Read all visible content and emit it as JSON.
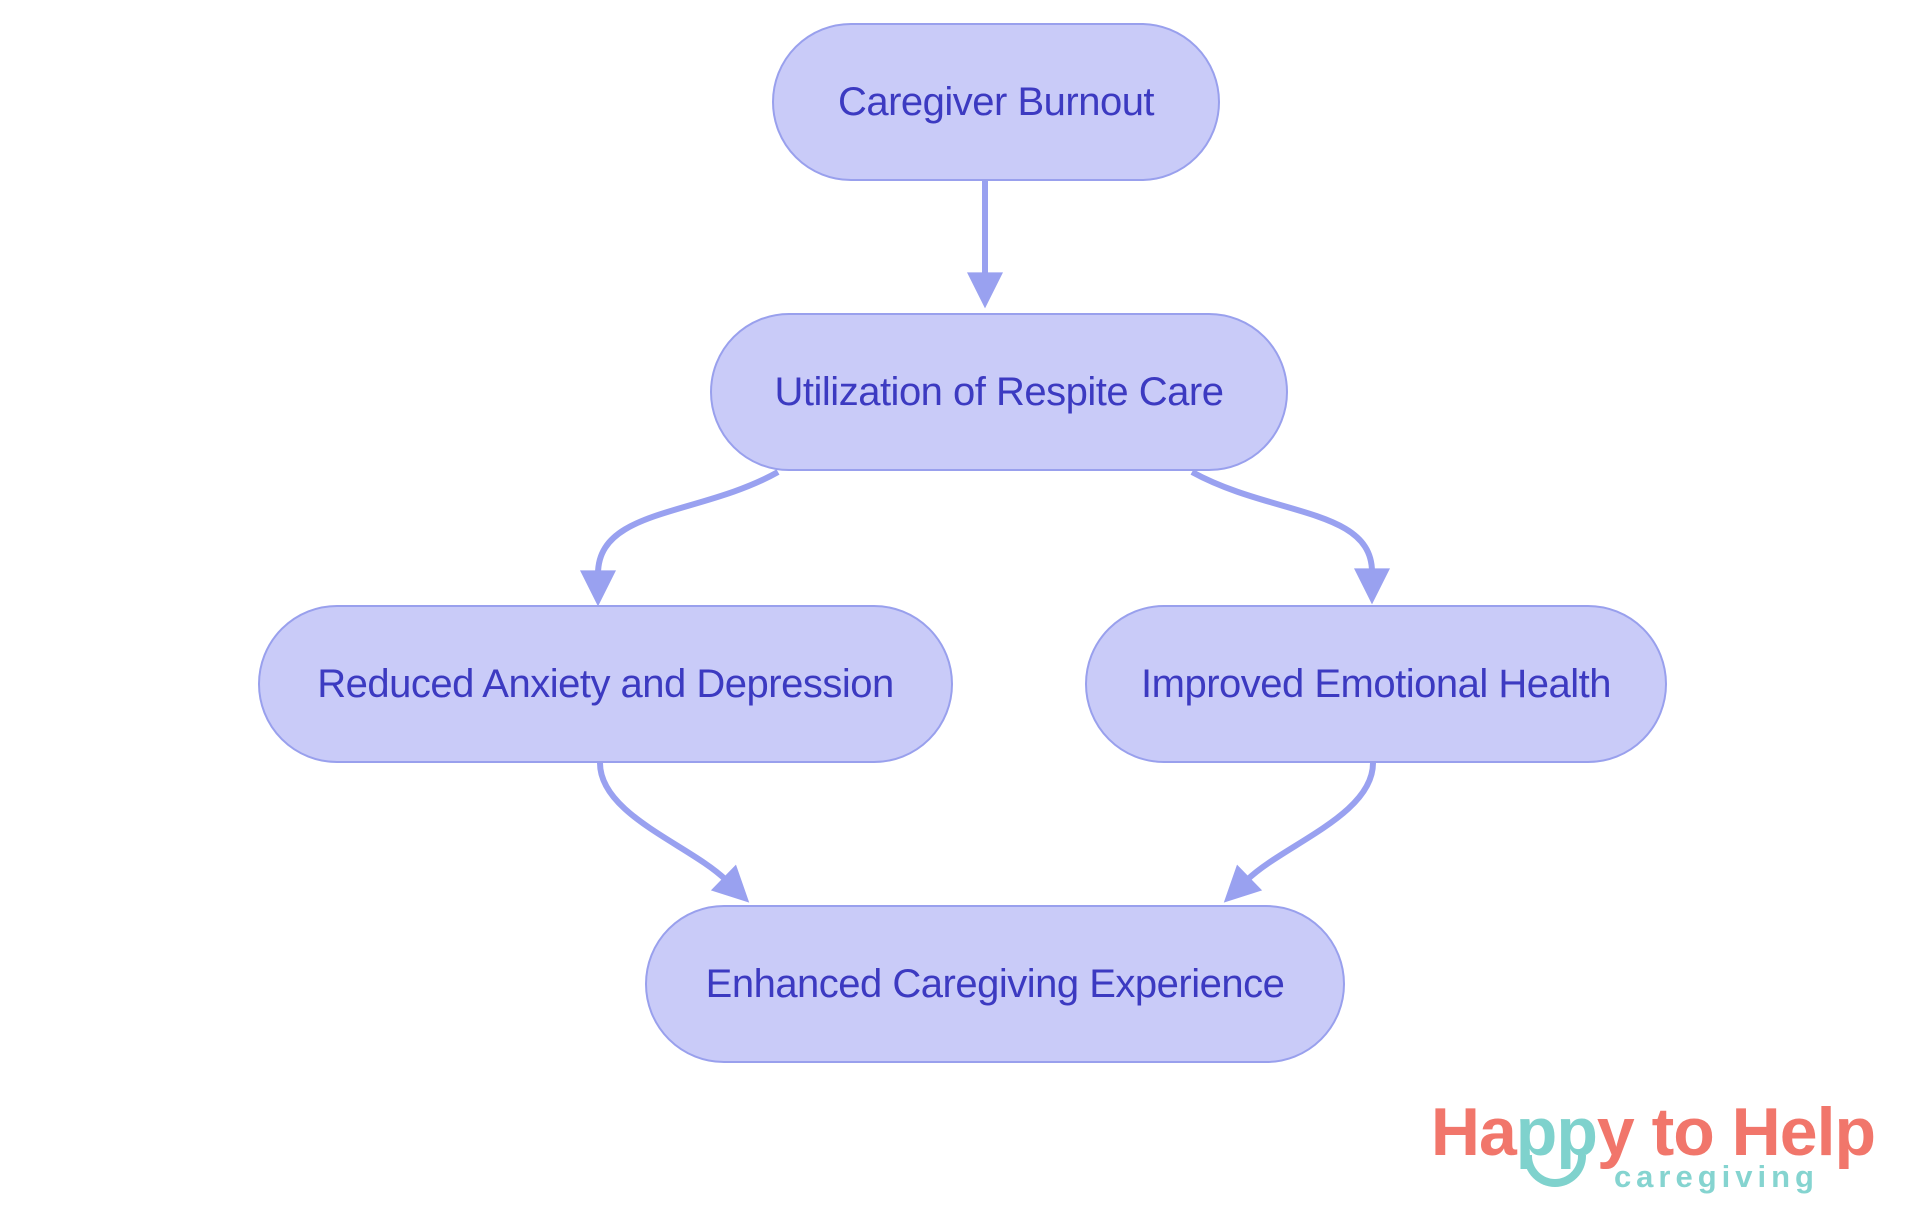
{
  "diagram": {
    "type": "flowchart",
    "background_color": "#ffffff",
    "node_fill_color": "#c9cbf8",
    "node_border_color": "#99a0ed",
    "node_text_color": "#3c3ac1",
    "edge_color": "#99a1f0",
    "nodes": [
      {
        "id": "caregiver-burnout",
        "label": "Caregiver Burnout"
      },
      {
        "id": "utilization-of-respite-care",
        "label": "Utilization of Respite Care"
      },
      {
        "id": "reduced-anxiety-and-depression",
        "label": "Reduced Anxiety and Depression"
      },
      {
        "id": "improved-emotional-health",
        "label": "Improved Emotional Health"
      },
      {
        "id": "enhanced-caregiving-experience",
        "label": "Enhanced Caregiving Experience"
      }
    ],
    "edges": [
      {
        "from": "Caregiver Burnout",
        "to": "Utilization of Respite Care"
      },
      {
        "from": "Utilization of Respite Care",
        "to": "Reduced Anxiety and Depression"
      },
      {
        "from": "Utilization of Respite Care",
        "to": "Improved Emotional Health"
      },
      {
        "from": "Reduced Anxiety and Depression",
        "to": "Enhanced Caregiving Experience"
      },
      {
        "from": "Improved Emotional Health",
        "to": "Enhanced Caregiving Experience"
      }
    ]
  },
  "logo": {
    "full_name": "Happy to Help",
    "segments": {
      "prefix": "Ha",
      "mid": "pp",
      "suffix": "y to Help"
    },
    "tagline": "caregiving",
    "coral_color": "#f1766b",
    "teal_color": "#7fd2cd",
    "smile_icon": "smile-arc-icon"
  }
}
